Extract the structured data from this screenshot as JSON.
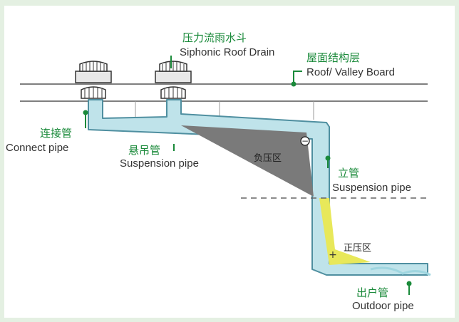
{
  "labels": {
    "siphonic_drain_cn": "压力流雨水斗",
    "siphonic_drain_en": "Siphonic Roof Drain",
    "roof_board_cn": "屋面结构层",
    "roof_board_en": "Roof/ Valley Board",
    "connect_pipe_cn": "连接管",
    "connect_pipe_en": "Connect pipe",
    "suspension_pipe_cn": "悬吊管",
    "suspension_pipe_en": "Suspension pipe",
    "negative_zone": "负压区",
    "riser_cn": "立管",
    "riser_en": "Suspension pipe",
    "positive_zone": "正压区",
    "outdoor_pipe_cn": "出户管",
    "outdoor_pipe_en": "Outdoor pipe"
  },
  "symbols": {
    "minus": "−",
    "plus": "+"
  },
  "colors": {
    "background": "#e4f0e2",
    "pipe_fill": "#bfe3ea",
    "pipe_edge": "#4f8fa0",
    "negative_pressure": "#7a7a7a",
    "positive_pressure": "#e8e85a",
    "label_green": "#1a8a3a"
  }
}
